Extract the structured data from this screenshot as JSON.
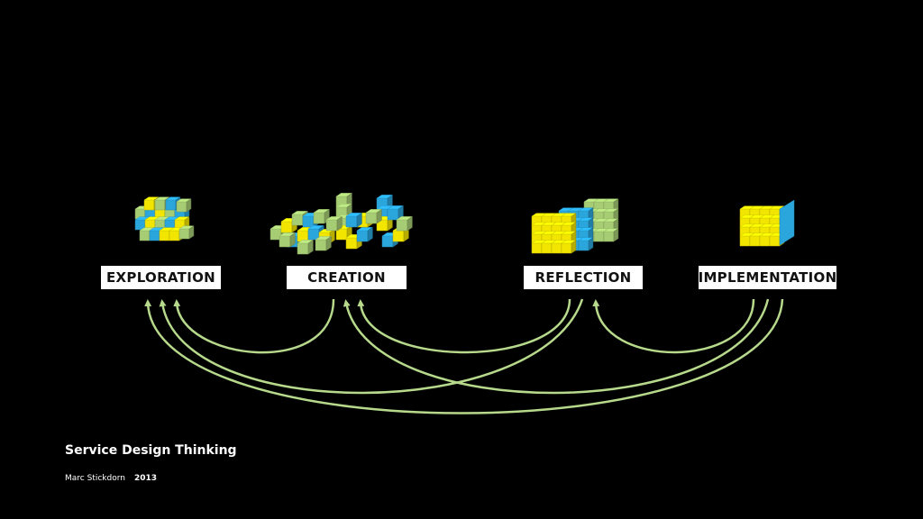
{
  "stages": [
    {
      "id": "exploration",
      "label": "EXPLORATION"
    },
    {
      "id": "creation",
      "label": "CREATION"
    },
    {
      "id": "reflection",
      "label": "REFLECTION"
    },
    {
      "id": "implementation",
      "label": "IMPLEMENTATION"
    }
  ],
  "footer": {
    "title": "Service Design Thinking",
    "author": "Marc Stickdorn",
    "year": "2013"
  },
  "colors": {
    "background": "#000000",
    "arrow": "#b7d98b",
    "cube_yellow": "#f2e600",
    "cube_blue": "#2aa6dd",
    "cube_green": "#a6cc74",
    "label_bg": "#ffffff",
    "label_text": "#111111"
  },
  "connections": [
    {
      "from": "creation",
      "to": "exploration"
    },
    {
      "from": "reflection",
      "to": "creation"
    },
    {
      "from": "implementation",
      "to": "reflection"
    },
    {
      "from": "reflection",
      "to": "exploration"
    },
    {
      "from": "implementation",
      "to": "creation"
    },
    {
      "from": "implementation",
      "to": "exploration"
    }
  ]
}
